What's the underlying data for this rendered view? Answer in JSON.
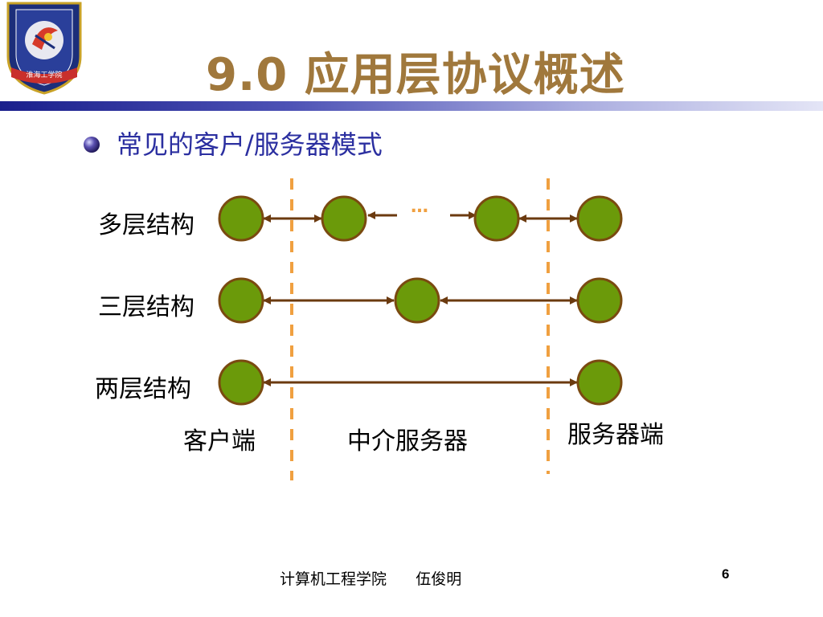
{
  "slide": {
    "title": "9.0 应用层协议概述",
    "bullet": "常见的客户/服务器模式",
    "ellipsis": "…",
    "rows": [
      {
        "label": "多层结构"
      },
      {
        "label": "三层结构"
      },
      {
        "label": "两层结构"
      }
    ],
    "captions": {
      "client": "客户端",
      "middle": "中介服务器",
      "server": "服务器端"
    }
  },
  "footer": {
    "text": "计算机工程学院      伍俊明",
    "page": "6"
  },
  "colors": {
    "title": "#a0783c",
    "bullet_text": "#2b2fa0",
    "node_fill": "#6b9a0a",
    "node_stroke": "#7a4a10",
    "arrow": "#6b3a0f",
    "divider": "#f0a040"
  },
  "icons": {
    "logo": "school-emblem",
    "bullet": "purple-sphere-bullet"
  }
}
